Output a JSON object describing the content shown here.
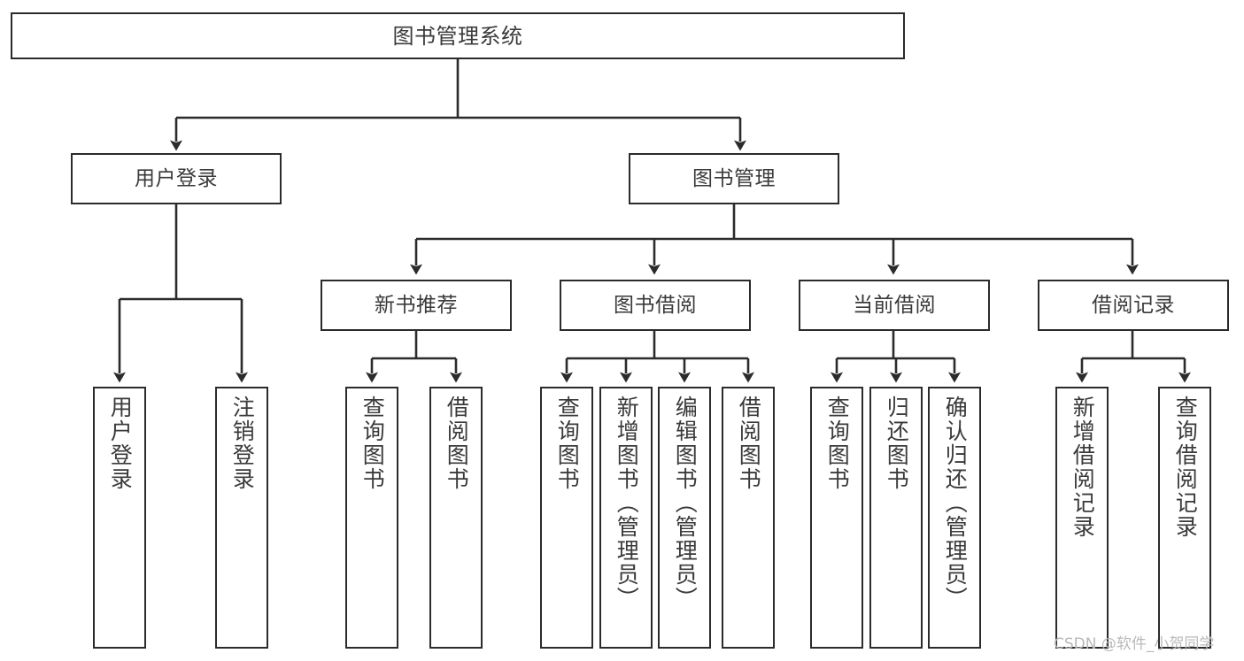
{
  "diagram": {
    "title": "图书管理系统",
    "type": "tree",
    "orientation": "top-down",
    "colors": {
      "box_border": "#2b2b2b",
      "box_fill": "#ffffff",
      "text": "#3a3a3a",
      "edge": "#2b2b2b",
      "watermark": "#b9b9b9",
      "background": "#ffffff"
    },
    "nodes": {
      "root": {
        "label": "图书管理系统"
      },
      "level1": [
        {
          "id": "user_login",
          "label": "用户登录"
        },
        {
          "id": "book_manage",
          "label": "图书管理"
        }
      ],
      "level2": [
        {
          "id": "new_book_rec",
          "label": "新书推荐"
        },
        {
          "id": "book_borrow",
          "label": "图书借阅"
        },
        {
          "id": "current_borrow",
          "label": "当前借阅"
        },
        {
          "id": "borrow_record",
          "label": "借阅记录"
        }
      ],
      "leaves": {
        "user_login": [
          {
            "id": "leaf_login",
            "label": "用户登录"
          },
          {
            "id": "leaf_logout",
            "label": "注销登录"
          }
        ],
        "new_book_rec": [
          {
            "id": "leaf_query_book_1",
            "label": "查询图书"
          },
          {
            "id": "leaf_borrow_book_1",
            "label": "借阅图书"
          }
        ],
        "book_borrow": [
          {
            "id": "leaf_query_book_2",
            "label": "查询图书"
          },
          {
            "id": "leaf_add_book",
            "label": "新增图书（管理员）"
          },
          {
            "id": "leaf_edit_book",
            "label": "编辑图书（管理员）"
          },
          {
            "id": "leaf_borrow_book_2",
            "label": "借阅图书"
          }
        ],
        "current_borrow": [
          {
            "id": "leaf_query_book_3",
            "label": "查询图书"
          },
          {
            "id": "leaf_return_book",
            "label": "归还图书"
          },
          {
            "id": "leaf_confirm_return",
            "label": "确认归还（管理员）"
          }
        ],
        "borrow_record": [
          {
            "id": "leaf_add_record",
            "label": "新增借阅记录"
          },
          {
            "id": "leaf_query_record",
            "label": "查询借阅记录"
          }
        ]
      }
    },
    "edges": [
      {
        "from": "root",
        "to": "user_login"
      },
      {
        "from": "root",
        "to": "book_manage"
      },
      {
        "from": "book_manage",
        "to": "new_book_rec"
      },
      {
        "from": "book_manage",
        "to": "book_borrow"
      },
      {
        "from": "book_manage",
        "to": "current_borrow"
      },
      {
        "from": "book_manage",
        "to": "borrow_record"
      },
      {
        "from": "user_login",
        "to": "leaf_login"
      },
      {
        "from": "user_login",
        "to": "leaf_logout"
      },
      {
        "from": "new_book_rec",
        "to": "leaf_query_book_1"
      },
      {
        "from": "new_book_rec",
        "to": "leaf_borrow_book_1"
      },
      {
        "from": "book_borrow",
        "to": "leaf_query_book_2"
      },
      {
        "from": "book_borrow",
        "to": "leaf_add_book"
      },
      {
        "from": "book_borrow",
        "to": "leaf_edit_book"
      },
      {
        "from": "book_borrow",
        "to": "leaf_borrow_book_2"
      },
      {
        "from": "current_borrow",
        "to": "leaf_query_book_3"
      },
      {
        "from": "current_borrow",
        "to": "leaf_return_book"
      },
      {
        "from": "current_borrow",
        "to": "leaf_confirm_return"
      },
      {
        "from": "borrow_record",
        "to": "leaf_add_record"
      },
      {
        "from": "borrow_record",
        "to": "leaf_query_record"
      }
    ]
  },
  "watermark": {
    "text": "CSDN @软件_小贺同学"
  }
}
